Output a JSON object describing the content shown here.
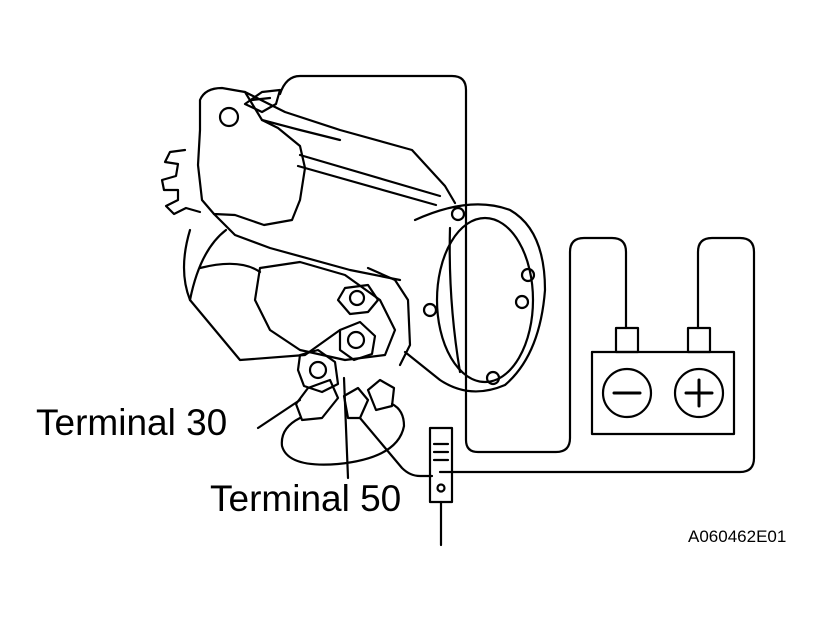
{
  "labels": {
    "terminal_30": "Terminal 30",
    "terminal_50": "Terminal 50",
    "figure_code": "A060462E01"
  },
  "battery": {
    "negative_symbol": "−",
    "positive_symbol": "+"
  },
  "colors": {
    "line": "#000000",
    "background": "#ffffff"
  }
}
